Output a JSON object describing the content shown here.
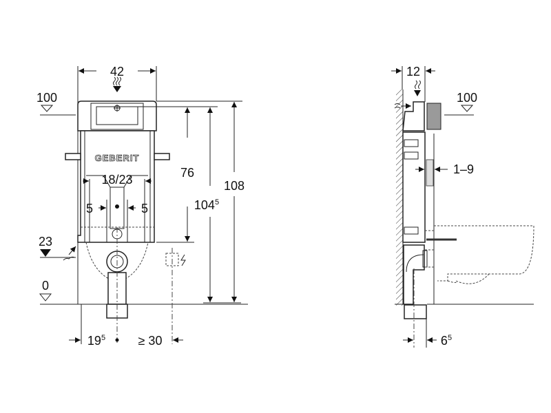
{
  "front_view": {
    "width_label": "42",
    "water_level_top": "100",
    "height_76": "76",
    "height_104": "104",
    "height_104_sup": "5",
    "height_108": "108",
    "spacing_label": "18/23",
    "offset_left": "5",
    "offset_right": "5",
    "water_level_23": "23",
    "floor_level": "0",
    "bottom_left_dim": "19",
    "bottom_left_dim_sup": "5",
    "bottom_right_dim": "≥ 30",
    "brand": "GEBERIT"
  },
  "side_view": {
    "depth_label": "12",
    "water_level_top": "100",
    "plate_range": "1–9",
    "bottom_dim": "6",
    "bottom_dim_sup": "5"
  },
  "colors": {
    "line": "#222222",
    "plate": "#9a9a9a"
  }
}
